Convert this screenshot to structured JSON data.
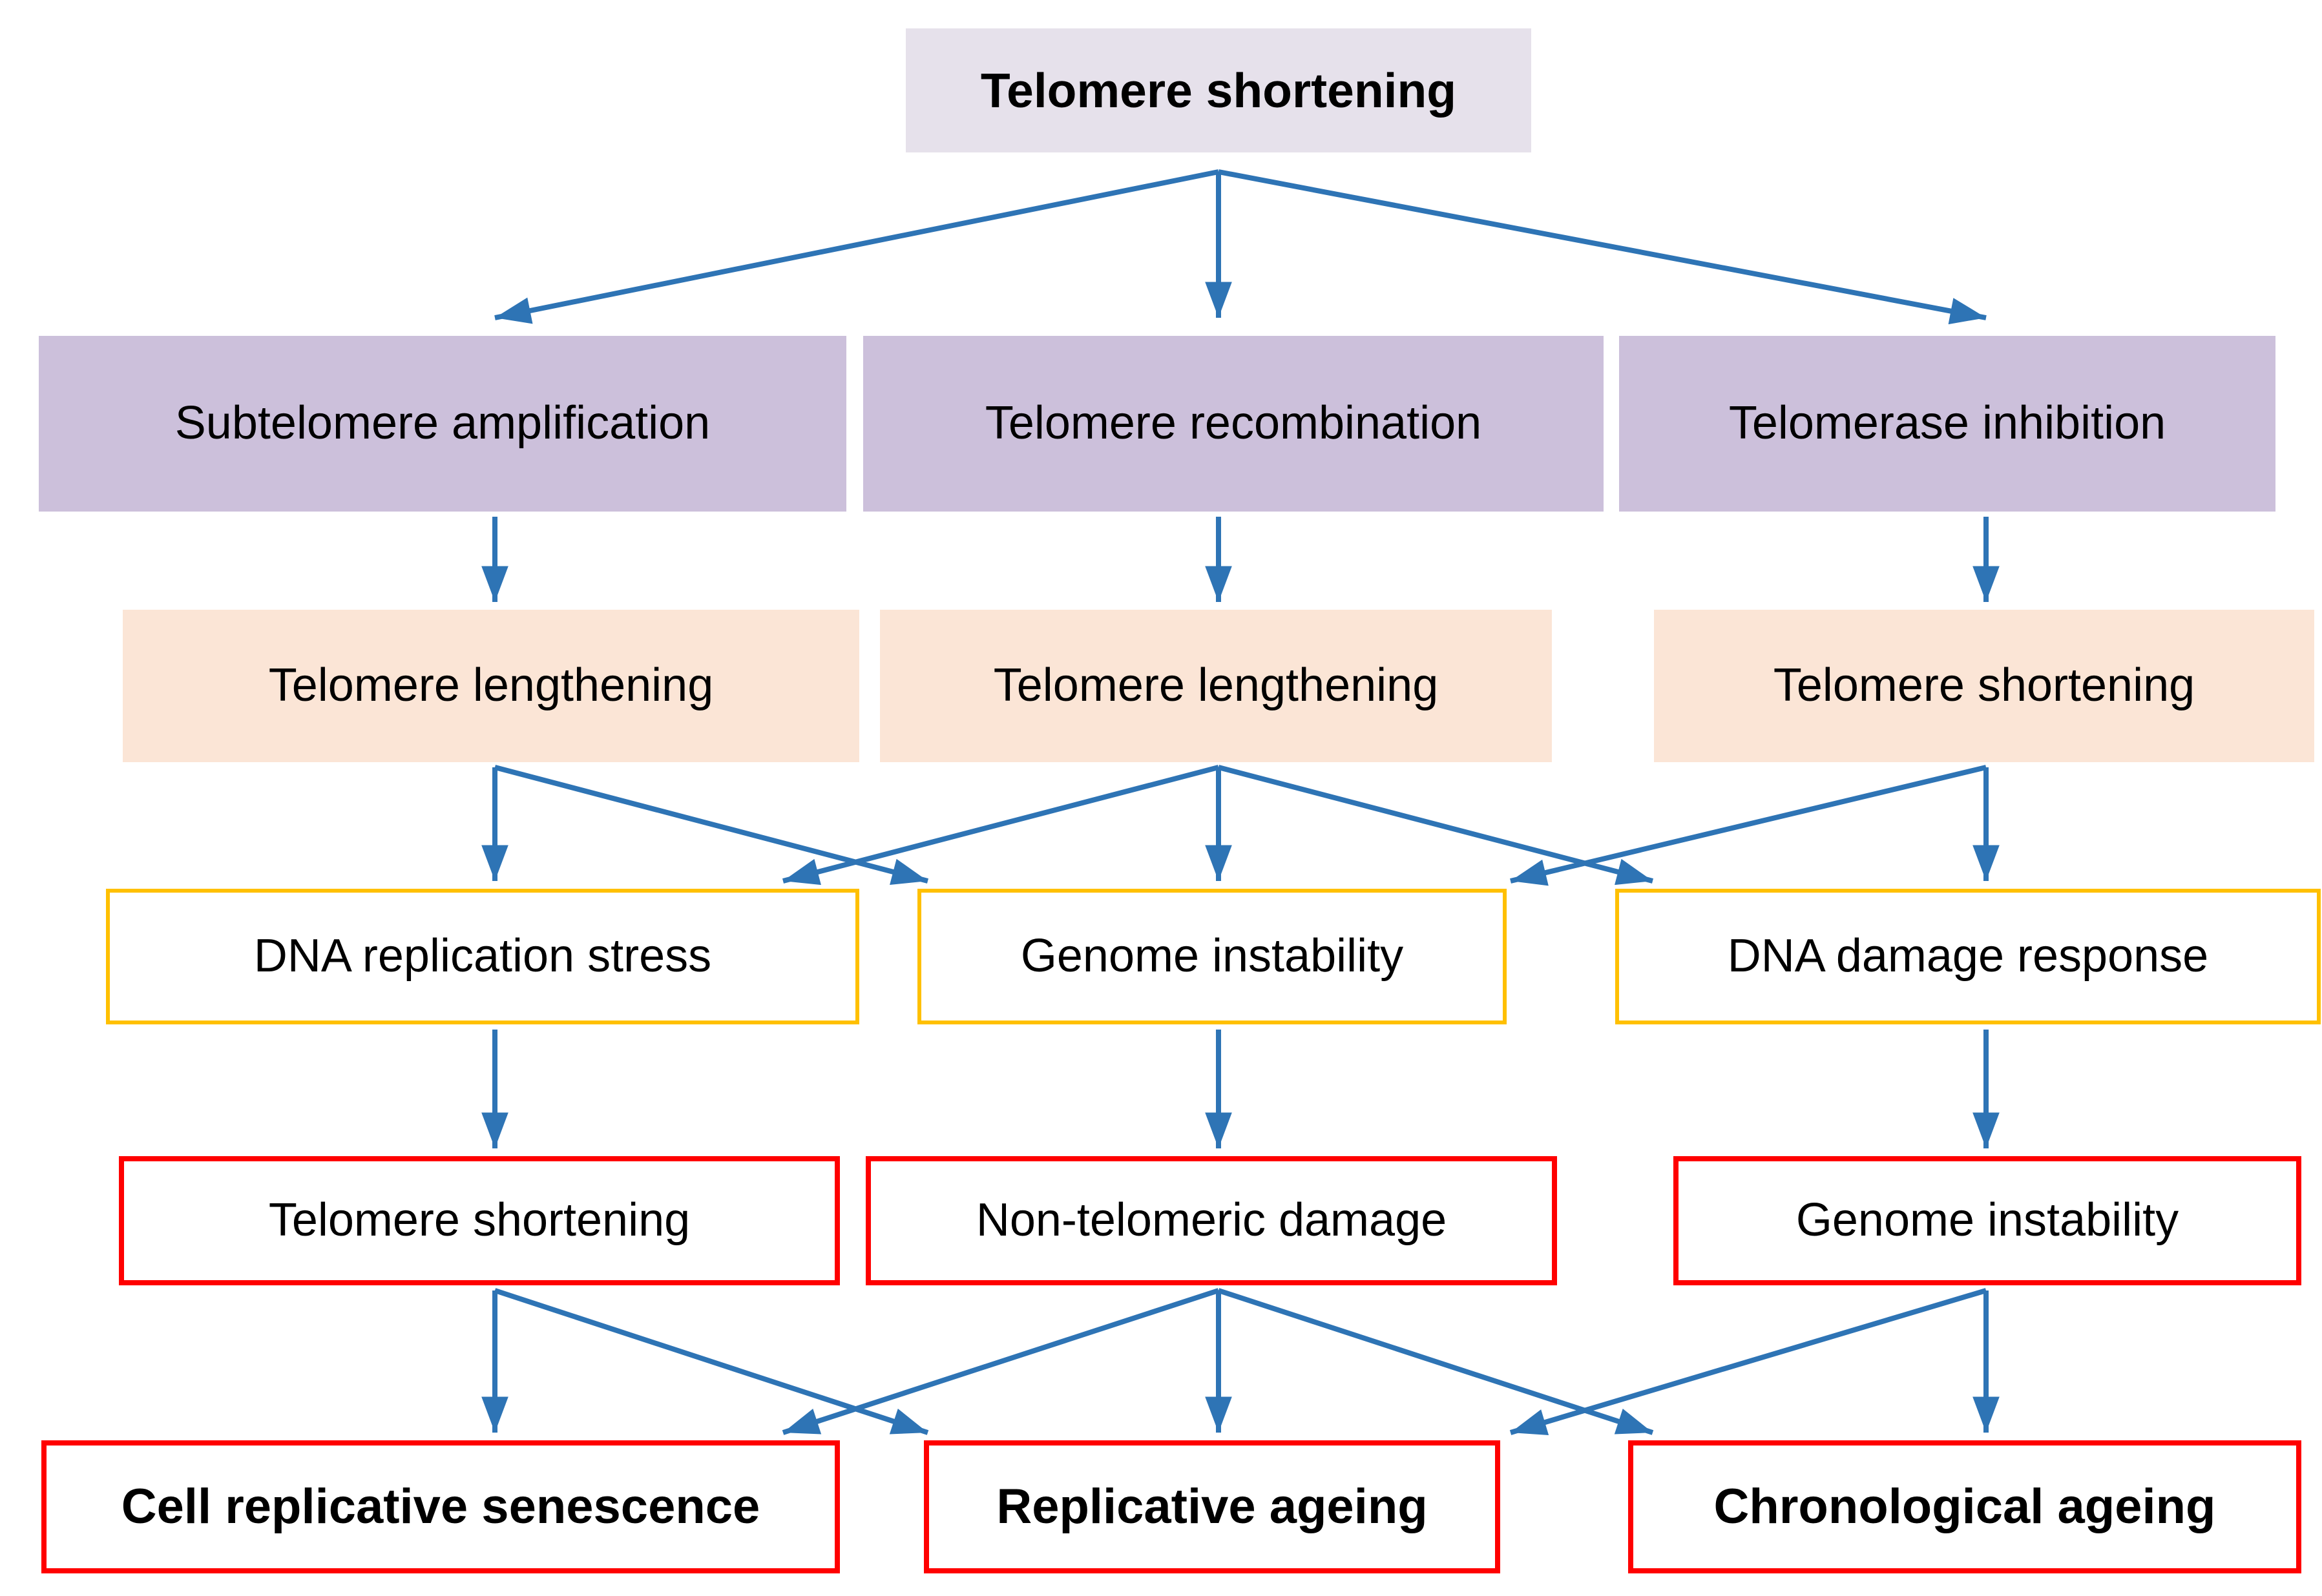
{
  "diagram": {
    "title": "Telomere shortening",
    "causes": [
      "Subtelomere amplification",
      "Telomere recombination",
      "Telomerase inhibition"
    ],
    "telomere_effects": [
      "Telomere lengthening",
      "Telomere lengthening",
      "Telomere shortening"
    ],
    "stress_responses": [
      "DNA replication stress",
      "Genome instability",
      "DNA damage response"
    ],
    "damage_outcomes": [
      "Telomere shortening",
      "Non-telomeric damage",
      "Genome instability"
    ],
    "ageing_outcomes": [
      "Cell replicative senescence",
      "Replicative ageing",
      "Chronological ageing"
    ],
    "colors": {
      "arrow": "#2E74B5",
      "title_fill": "#E6E1EB",
      "cause_fill": "#CCC0DB",
      "telomere_effect_fill": "#FBE5D6",
      "stress_border": "#FFC000",
      "damage_border": "#FF0000",
      "ageing_border": "#FF0000"
    }
  }
}
